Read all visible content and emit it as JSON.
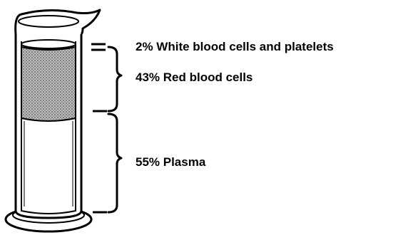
{
  "components": [
    {
      "key": "wbc",
      "percent": 2,
      "label": "2% White blood cells and platelets"
    },
    {
      "key": "rbc",
      "percent": 43,
      "label": "43% Red blood cells"
    },
    {
      "key": "plasma",
      "percent": 55,
      "label": "55% Plasma"
    }
  ],
  "colors": {
    "ink": "#000000",
    "rbc_fill": "#9a9a9a",
    "glass": "#ffffff"
  }
}
